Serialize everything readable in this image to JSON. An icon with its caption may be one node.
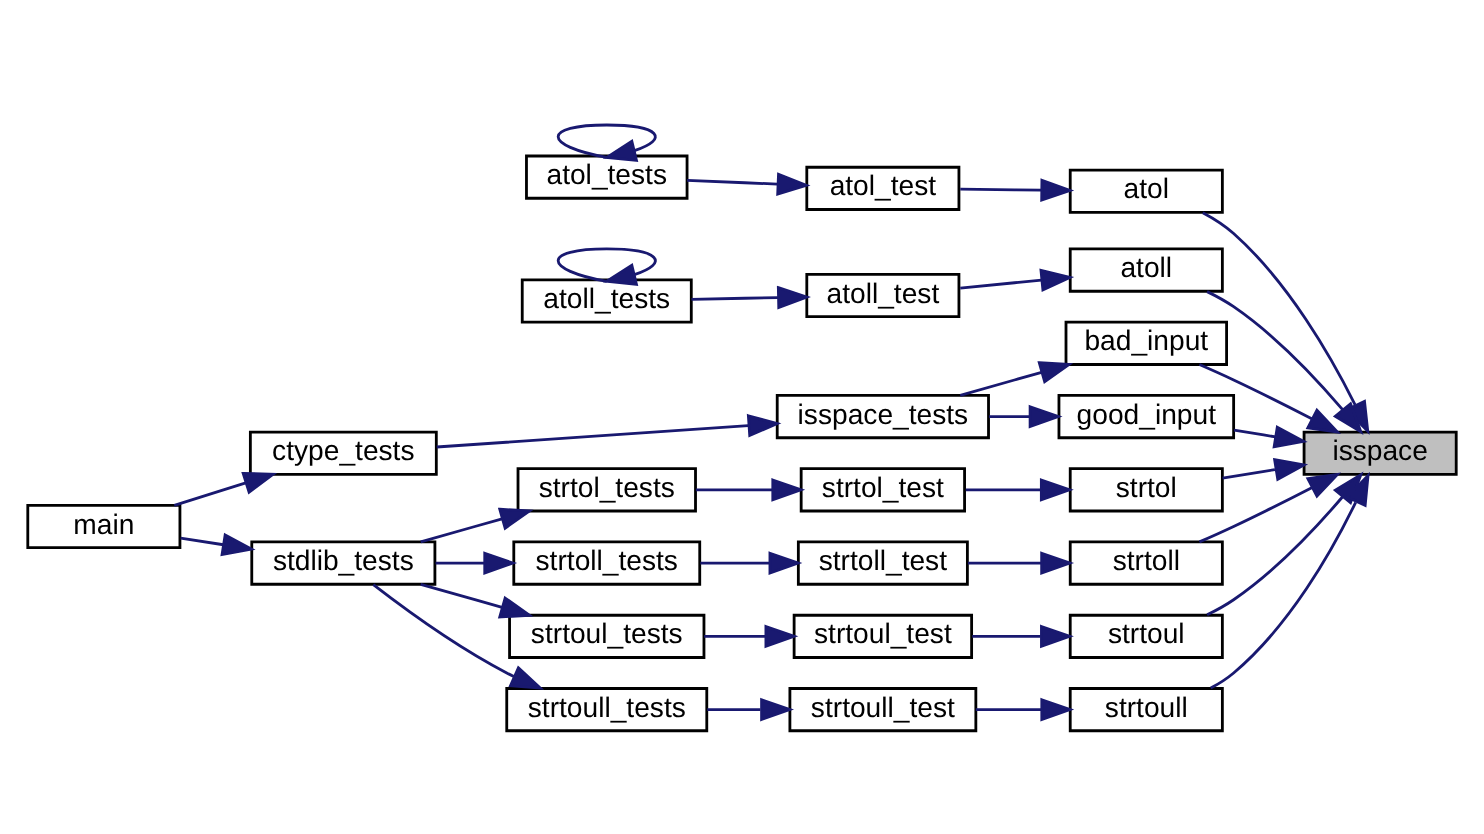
{
  "diagram": {
    "nodes": [
      {
        "text": [
          "atol_tests"
        ]
      },
      {
        "text": [
          "atol_test"
        ]
      },
      {
        "text": [
          "atol"
        ]
      },
      {
        "text": [
          "atoll_tests"
        ]
      },
      {
        "text": [
          "atoll_test"
        ]
      },
      {
        "text": [
          "atoll"
        ]
      },
      {
        "text": [
          "bad_input"
        ]
      },
      {
        "text": [
          "isspace_tests"
        ]
      },
      {
        "text": [
          "good_input"
        ]
      },
      {
        "text": [
          "ctype_tests"
        ]
      },
      {
        "text": [
          "isspace"
        ]
      },
      {
        "text": [
          "strtol_tests"
        ]
      },
      {
        "text": [
          "strtol_test"
        ]
      },
      {
        "text": [
          "strtol"
        ]
      },
      {
        "text": [
          "main"
        ]
      },
      {
        "text": [
          "stdlib_tests"
        ]
      },
      {
        "text": [
          "strtoll_tests"
        ]
      },
      {
        "text": [
          "strtoll_test"
        ]
      },
      {
        "text": [
          "strtoll"
        ]
      },
      {
        "text": [
          "strtoul_tests"
        ]
      },
      {
        "text": [
          "strtoul_test"
        ]
      },
      {
        "text": [
          "strtoul"
        ]
      },
      {
        "text": [
          "strtoull_tests"
        ]
      },
      {
        "text": [
          "strtoull_test"
        ]
      },
      {
        "text": [
          "strtoull"
        ]
      }
    ],
    "edges": [
      {
        "from": 0,
        "to": 0,
        "arrow": "to"
      },
      {
        "from": 0,
        "to": 1,
        "arrow": "to"
      },
      {
        "from": 1,
        "to": 2,
        "arrow": "to"
      },
      {
        "from": 2,
        "to": 10,
        "arrow": "to"
      },
      {
        "from": 3,
        "to": 3,
        "arrow": "to"
      },
      {
        "from": 3,
        "to": 4,
        "arrow": "to"
      },
      {
        "from": 4,
        "to": 5,
        "arrow": "to"
      },
      {
        "from": 5,
        "to": 10,
        "arrow": "to"
      },
      {
        "from": 7,
        "to": 6,
        "arrow": "to"
      },
      {
        "from": 7,
        "to": 8,
        "arrow": "to"
      },
      {
        "from": 6,
        "to": 10,
        "arrow": "to"
      },
      {
        "from": 8,
        "to": 10,
        "arrow": "to"
      },
      {
        "from": 9,
        "to": 7,
        "arrow": "to"
      },
      {
        "from": 14,
        "to": 9,
        "arrow": "to"
      },
      {
        "from": 14,
        "to": 15,
        "arrow": "to"
      },
      {
        "from": 15,
        "to": 11,
        "arrow": "to"
      },
      {
        "from": 15,
        "to": 16,
        "arrow": "to"
      },
      {
        "from": 15,
        "to": 19,
        "arrow": "to"
      },
      {
        "from": 15,
        "to": 22,
        "arrow": "to"
      },
      {
        "from": 11,
        "to": 12,
        "arrow": "to"
      },
      {
        "from": 12,
        "to": 13,
        "arrow": "to"
      },
      {
        "from": 13,
        "to": 10,
        "arrow": "to"
      },
      {
        "from": 16,
        "to": 17,
        "arrow": "to"
      },
      {
        "from": 17,
        "to": 18,
        "arrow": "to"
      },
      {
        "from": 18,
        "to": 10,
        "arrow": "to"
      },
      {
        "from": 19,
        "to": 20,
        "arrow": "to"
      },
      {
        "from": 20,
        "to": 21,
        "arrow": "to"
      },
      {
        "from": 21,
        "to": 10,
        "arrow": "to"
      },
      {
        "from": 22,
        "to": 23,
        "arrow": "to"
      },
      {
        "from": 23,
        "to": 24,
        "arrow": "to"
      },
      {
        "from": 24,
        "to": 10,
        "arrow": "to"
      }
    ]
  }
}
